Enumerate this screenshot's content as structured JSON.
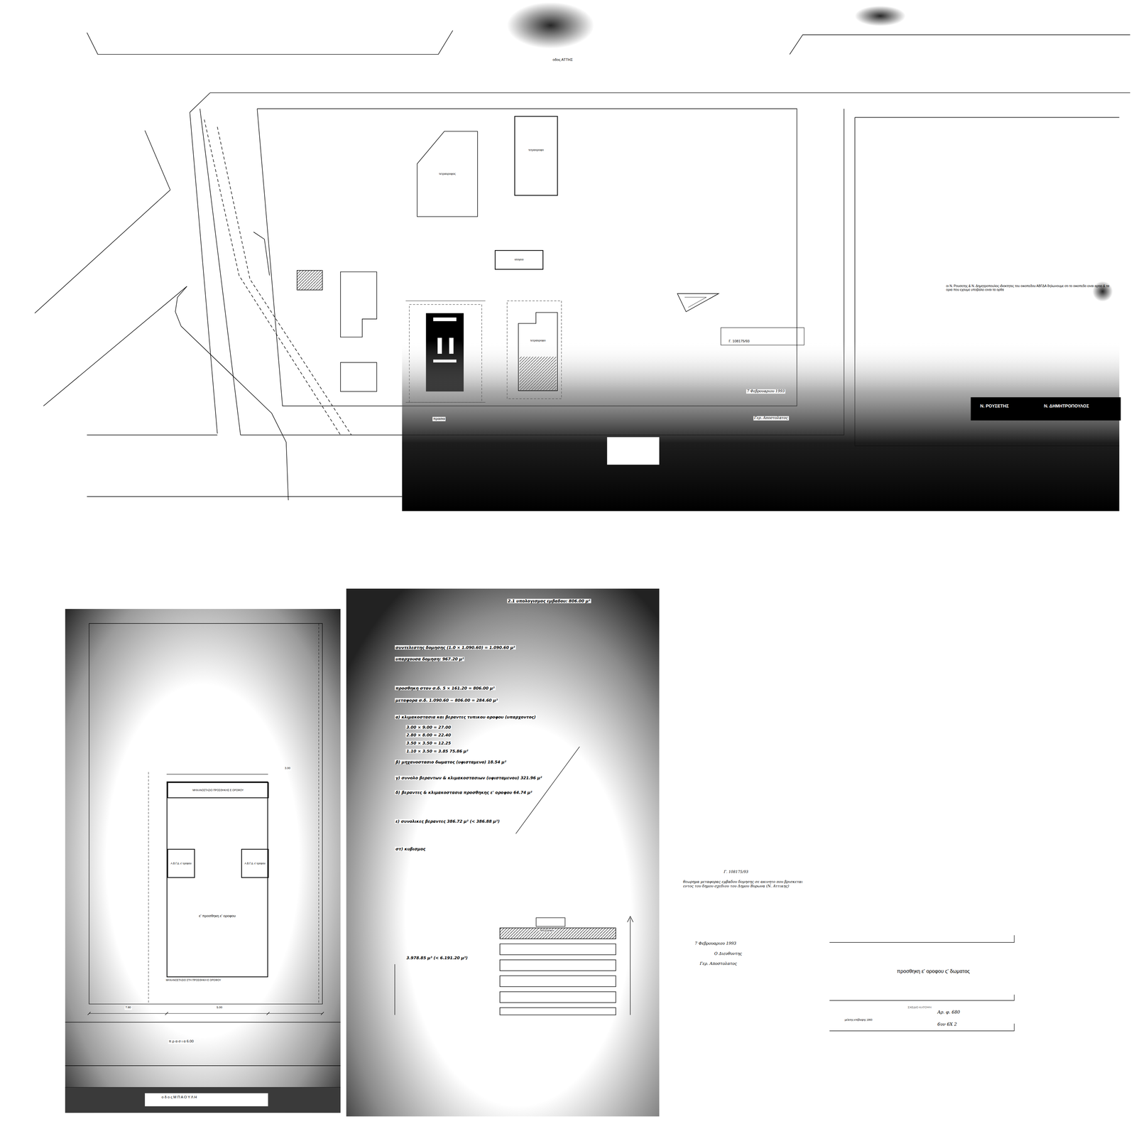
{
  "diagram": {
    "title": "προσθηκη ε' οροφου ς' δωματος",
    "nodes": [
      {
        "text": [
          "τετραοροφος"
        ]
      },
      {
        "text": [
          "τετραοροφο"
        ]
      },
      {
        "text": [
          "ισογειο"
        ]
      },
      {
        "text": [
          "τετραοροφο"
        ]
      },
      {
        "text": [
          "ε' προσθηκη ε' οροφου"
        ]
      },
      {
        "text": [
          "ΜΗΧΑΝΟΣΤΑΣΙΟ ΠΡΟΣΘΗΚΗΣ Ε ΟΡΟΦΟΥ"
        ],
        "in": 4
      },
      {
        "text": [
          "Α.Β.Γ.Δ. ε' οροφου"
        ],
        "in": 4
      },
      {
        "text": [
          "Α.Β.Γ.Δ. ε' οροφου"
        ],
        "in": 4
      }
    ],
    "labels": [
      "οδος ΑΤΤΗΣ",
      "πρασια",
      "Γ. 108175/93",
      "7 Φεβρουαριου 1993",
      "Γερ. Αποστολατος",
      "οι Ν. Ρουσετης & Ν. Δημητροπουλος ιδιοκτητες του οικοπεδου ΑΒΓΔΑ δηλωνουμε οτι το οικοπεδο ειναι αρτιο & τα ορια που εχουμε υποβαλει ειναι τα ορθα",
      "Ν. ΡΟΥΣΕΤΗΣ",
      "Ν. ΔΗΜΗΤΡΟΠΟΥΛΟΣ",
      "ΜΗΧΑΝΟΣΤΑΣΙΟ ΣΤΗ ΠΡΟΣΘΗΚΗ Ε ΟΡΟΦΟΥ",
      "7.80",
      "5.00",
      "3.00",
      "π ρ α σ ι α 6.00",
      "ο δ ο ς Μ Π Α Ο Υ Λ Η",
      "2.1 υπολογισμος εμβαδου: 806.00 μ²",
      "συντελεστης δομησης (1.0 × 1.090.60) = 1.090.60 μ²",
      "υπαρχουσα δομηση: 967.20 μ²",
      "προσθηκη στον σ.δ. 5 × 161.20 = 806.00 μ²",
      "μεταφορα σ.δ. 1.090.60 − 806.00 = 284.60 μ²",
      "α) κλιμακοστασια και βεραντες τυπικου οροφου (υπαρχοντος)",
      "3.00 × 9.00 = 27.00",
      "2.80 × 8.00 = 22.40",
      "3.50 × 3.50 = 12.25",
      "1.10 × 3.50 = 3.85 75.86 μ²",
      "β) μηχανοστασιο δωματος (υφισταμενο) 18.54 μ²",
      "γ) συνολο βεραντων & κλιμακοστασιων (υφισταμενου) 321.96 μ²",
      "δ) βεραντες & κλιμακοστασια προσθηκης ε' οροφου 64.74 μ²",
      "ε) συνολικες βεραντες 386.72 μ² (< 386.88 μ²)",
      "στ) κυβισμος",
      "3.978.85 μ³ (< 6.191.20 μ³)",
      "ΠΡΟΣΘΗΚΗ",
      "Γ. 108175/93",
      "θεωρημα μεταφορας εμβαδου δομησης σε ακινητο που βρισκεται εντος του δημου σχεδιου του Δημου Βυρωνα (Ν. Αττικης)",
      "7 Φεβρουαριου 1993",
      "Ο Διευθυντης",
      "Γερ. Αποστολατος",
      "ΣΧΕΔΙΟ ΚΑΤΟΨΗ",
      "μελετης-επιβλεψης 1993",
      "Αρ. φ. 680",
      "6υν 6Χ 2"
    ]
  }
}
